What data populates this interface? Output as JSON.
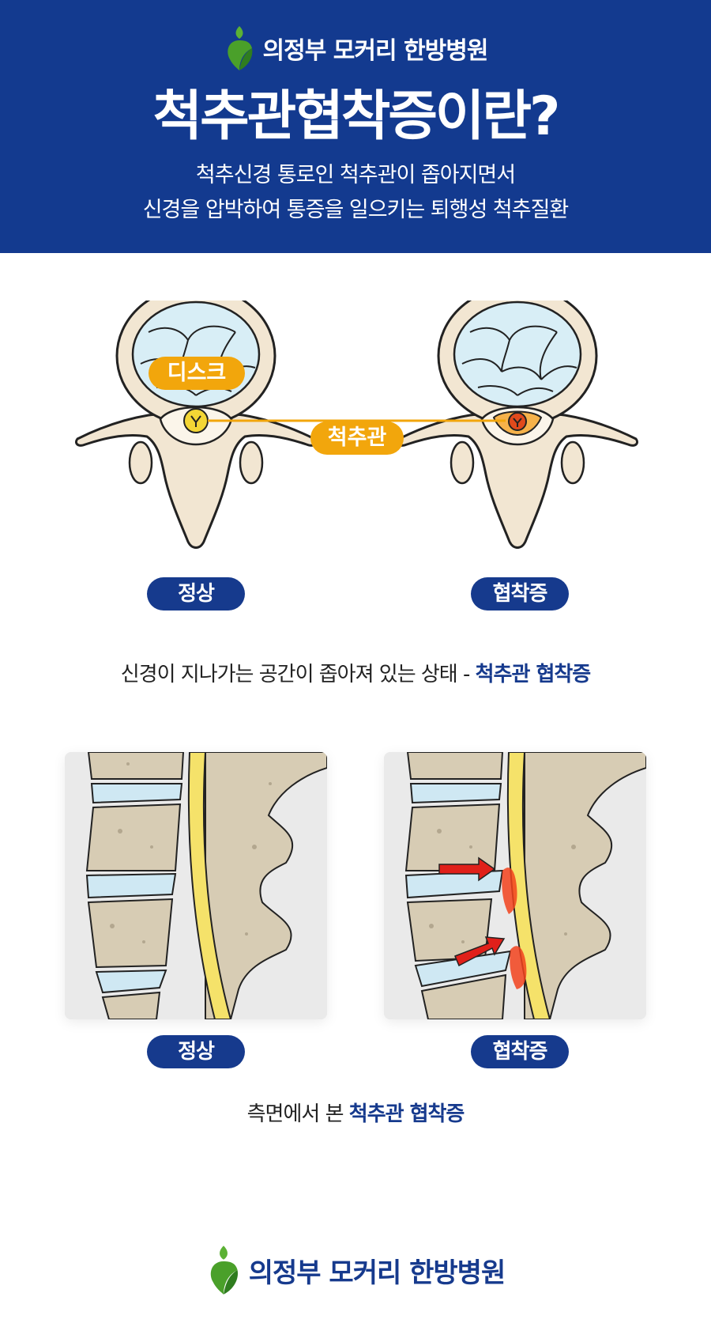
{
  "header": {
    "logo_text": "의정부 모커리 한방병원",
    "title": "척추관협착증이란?",
    "subtitle_line1": "척추신경 통로인 척추관이 좁아지면서",
    "subtitle_line2": "신경을 압박하여 통증을 일으키는 퇴행성 척추질환"
  },
  "section1": {
    "disc_label": "디스크",
    "canal_label": "척추관",
    "normal_label": "정상",
    "stenosis_label": "협착증",
    "caption_prefix": "신경이 지나가는 공간이 좁아져 있는 상태 - ",
    "caption_highlight": "척추관 협착증"
  },
  "section2": {
    "normal_label": "정상",
    "stenosis_label": "협착증",
    "caption_prefix": "측면에서 본 ",
    "caption_highlight": "척추관 협착증"
  },
  "footer": {
    "logo_text": "의정부 모커리 한방병원"
  },
  "colors": {
    "brand_blue": "#133a8f",
    "accent_orange": "#f2a60c",
    "logo_green": "#5bb134",
    "arrow_red": "#e0201a"
  },
  "icons": {
    "logo": "leaf-logo-icon",
    "arrow": "red-arrow-icon"
  }
}
